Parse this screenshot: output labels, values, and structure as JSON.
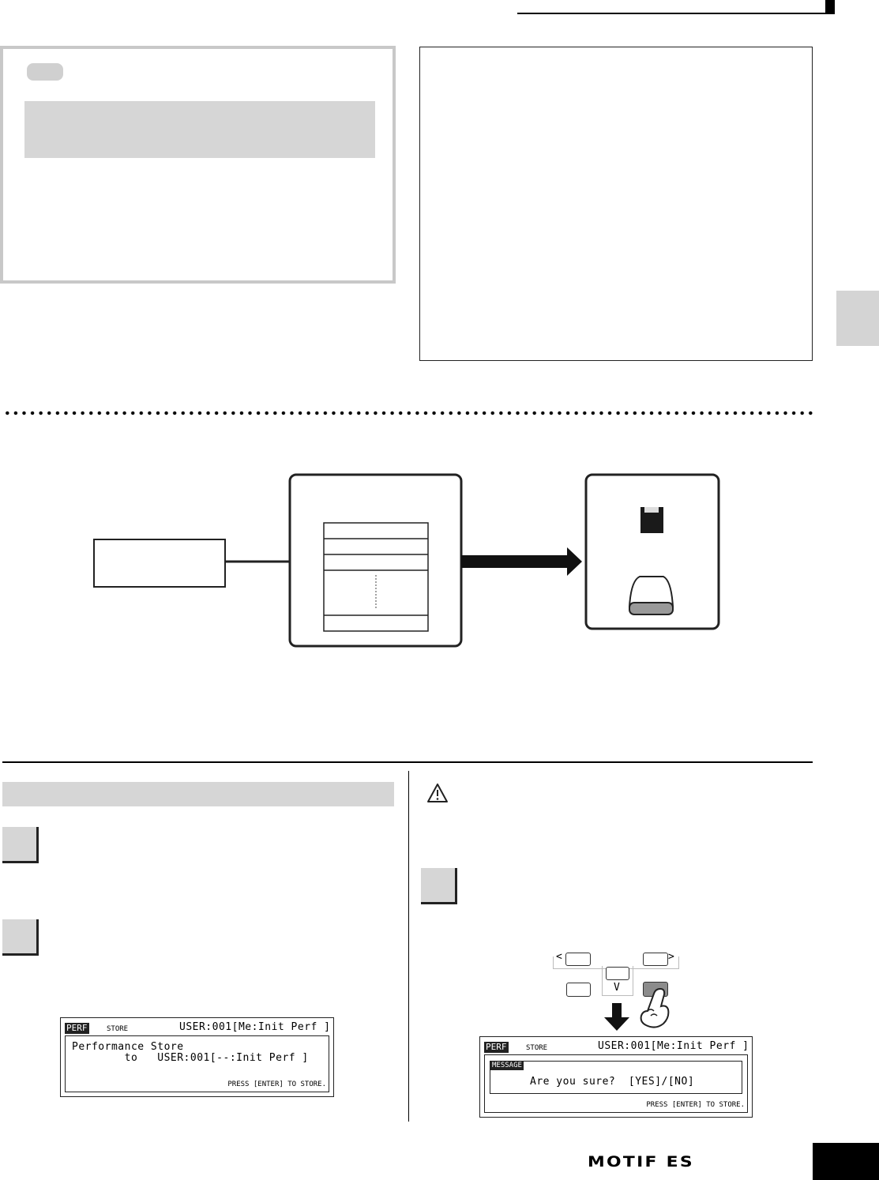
{
  "screen1": {
    "tag": "PERF",
    "mode": "STORE",
    "header_right": "USER:001[Me:Init Perf ]",
    "line1": "Performance Store",
    "line2": "        to   USER:001[--:Init Perf ]",
    "footer": "PRESS [ENTER] TO STORE."
  },
  "screen2": {
    "tag": "PERF",
    "mode": "STORE",
    "header_right": "USER:001[Me:Init Perf ]",
    "message_tag": "MESSAGE",
    "message": "Are you sure?  [YES]/[NO]",
    "footer": "PRESS [ENTER] TO STORE."
  },
  "buttons": {
    "left_glyph": "<",
    "right_glyph": ">",
    "down_glyph": "V"
  },
  "brand": {
    "logo": "MOTIF ES"
  }
}
